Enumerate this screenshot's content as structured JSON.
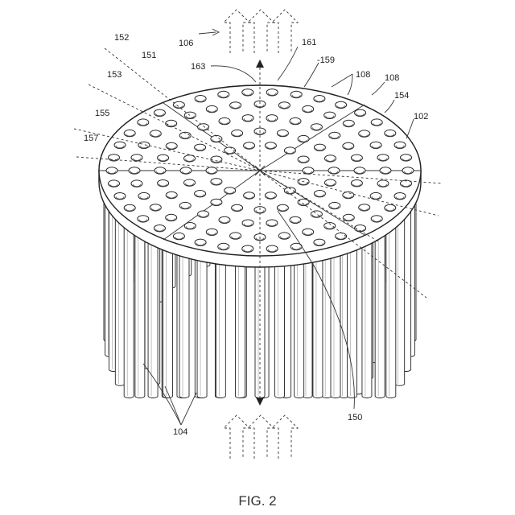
{
  "figure": {
    "caption": "FIG. 2",
    "labels": {
      "l152": "152",
      "l106": "106",
      "l161": "161",
      "l151": "151",
      "l163": "163",
      "l159": "-159",
      "l153": "153",
      "l108a": "108",
      "l108b": "108",
      "l154": "154",
      "l155": "155",
      "l102": "102",
      "l157": "157",
      "l150": "150",
      "l104": "104"
    },
    "icons": {
      "flow_arrows_top": "dashed-up-arrow-icon",
      "flow_arrows_bottom": "dashed-up-arrow-icon"
    }
  }
}
